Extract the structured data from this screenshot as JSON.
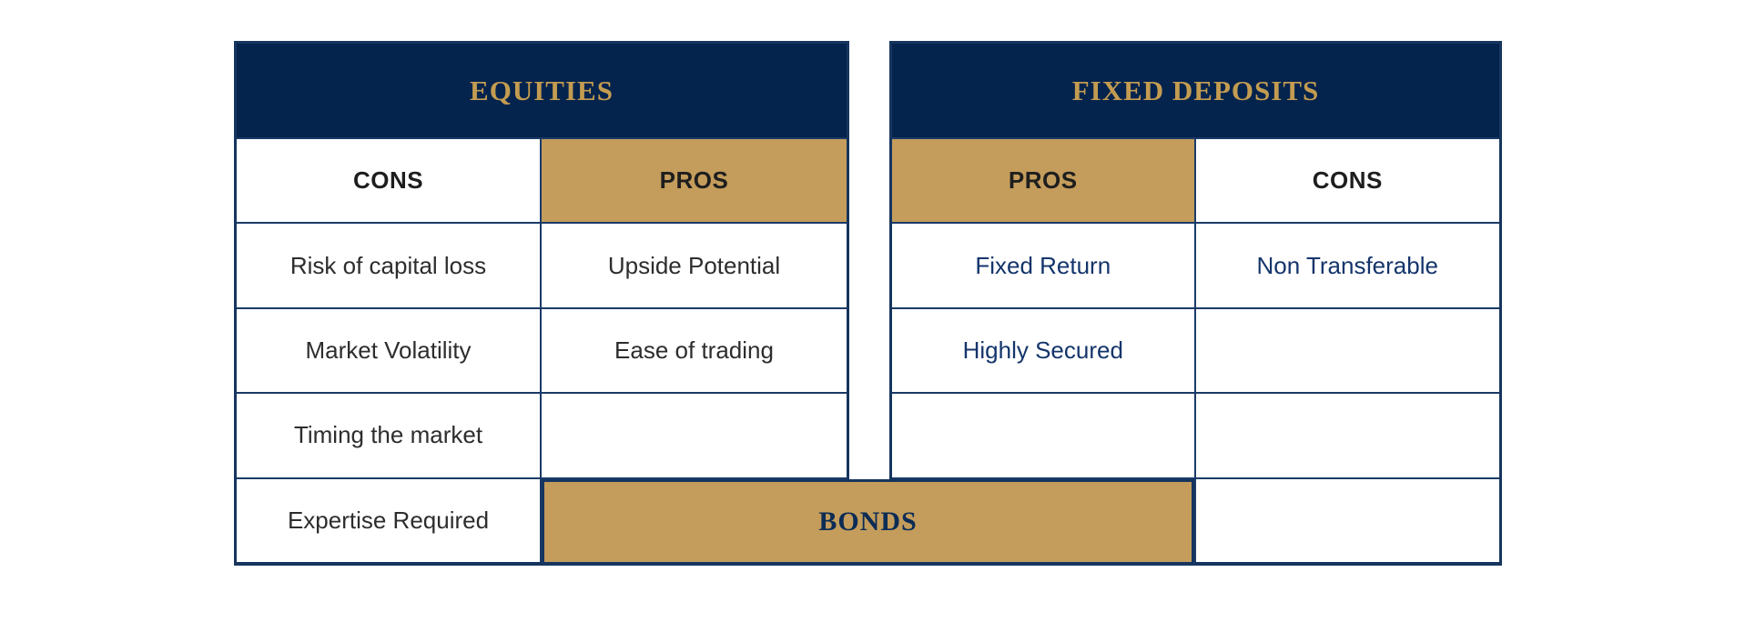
{
  "colors": {
    "header_navy": "#04234d",
    "gold": "#c49d5c",
    "title_gold": "#c39c51",
    "border_navy": "#1a3a67",
    "left_body_text": "#2d2d2d",
    "right_body_text": "#14356b"
  },
  "tables": {
    "equities": {
      "title": "EQUITIES",
      "columns": [
        {
          "label": "CONS",
          "items": [
            "Risk of capital loss",
            "Market Volatility",
            "Timing the market",
            "Expertise Required"
          ]
        },
        {
          "label": "PROS",
          "items": [
            "Upside Potential",
            "Ease of trading",
            "",
            ""
          ]
        }
      ]
    },
    "fixed_deposits": {
      "title": "FIXED DEPOSITS",
      "columns": [
        {
          "label": "PROS",
          "items": [
            "Fixed Return",
            "Highly Secured",
            "",
            ""
          ]
        },
        {
          "label": "CONS",
          "items": [
            "Non Transferable",
            "",
            "",
            ""
          ]
        }
      ]
    },
    "bonds": {
      "title": "BONDS"
    }
  }
}
